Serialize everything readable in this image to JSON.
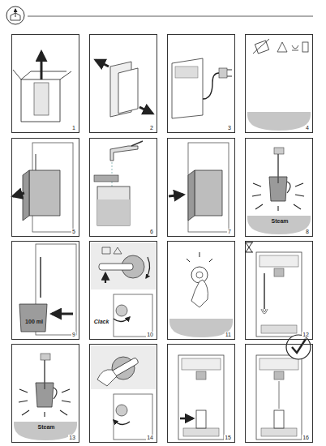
{
  "diagram": {
    "nodes": [
      {
        "text": [
          "1"
        ]
      },
      {
        "text": [
          "2"
        ]
      },
      {
        "text": [
          "3"
        ]
      },
      {
        "text": [
          "4"
        ]
      },
      {
        "text": [
          "5"
        ]
      },
      {
        "text": [
          "6"
        ]
      },
      {
        "text": [
          "7"
        ]
      },
      {
        "text": [
          "Steam",
          "8"
        ]
      },
      {
        "text": [
          "100 ml",
          "9"
        ]
      },
      {
        "text": [
          "Clack",
          "10"
        ]
      },
      {
        "text": [
          "11"
        ]
      },
      {
        "text": [
          "12"
        ]
      },
      {
        "text": [
          "Steam",
          "13"
        ]
      },
      {
        "text": [
          "14"
        ]
      },
      {
        "text": [
          "15"
        ]
      },
      {
        "text": [
          "16"
        ]
      }
    ]
  }
}
